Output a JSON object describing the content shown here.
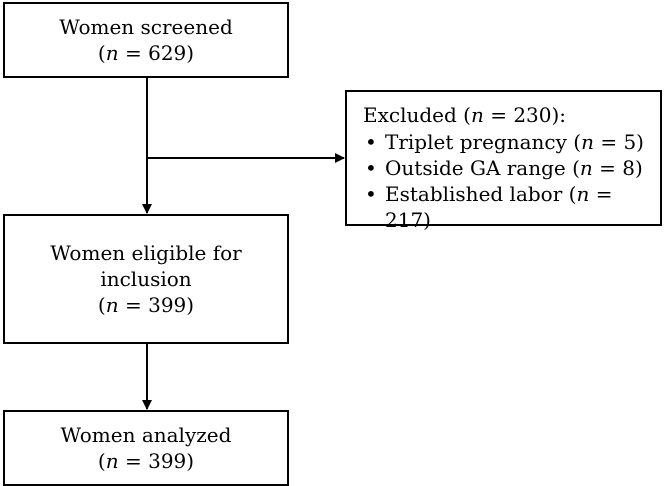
{
  "nodes": {
    "screened": {
      "label": "Women screened",
      "n_prefix": "(",
      "n_var": "n",
      "n_value": " = 629)"
    },
    "eligible": {
      "label_line1": "Women eligible for",
      "label_line2": "inclusion",
      "n_prefix": "(",
      "n_var": "n",
      "n_value": " = 399)"
    },
    "analyzed": {
      "label": "Women analyzed",
      "n_prefix": "(",
      "n_var": "n",
      "n_value": " = 399)"
    },
    "excluded": {
      "title_prefix": "Excluded (",
      "title_var": "n",
      "title_value": " = 230):",
      "items": [
        {
          "label": "Triplet pregnancy (",
          "n_var": "n",
          "n_value": " = 5)"
        },
        {
          "label": "Outside GA range (",
          "n_var": "n",
          "n_value": " = 8)"
        },
        {
          "label": "Established labor (",
          "n_var": "n",
          "n_value": " = 217)"
        }
      ]
    }
  },
  "edges": [
    {
      "from": "screened",
      "to": "eligible"
    },
    {
      "from": "screened",
      "to": "excluded"
    },
    {
      "from": "eligible",
      "to": "analyzed"
    }
  ],
  "colors": {
    "line": "#000000",
    "background": "#ffffff"
  }
}
